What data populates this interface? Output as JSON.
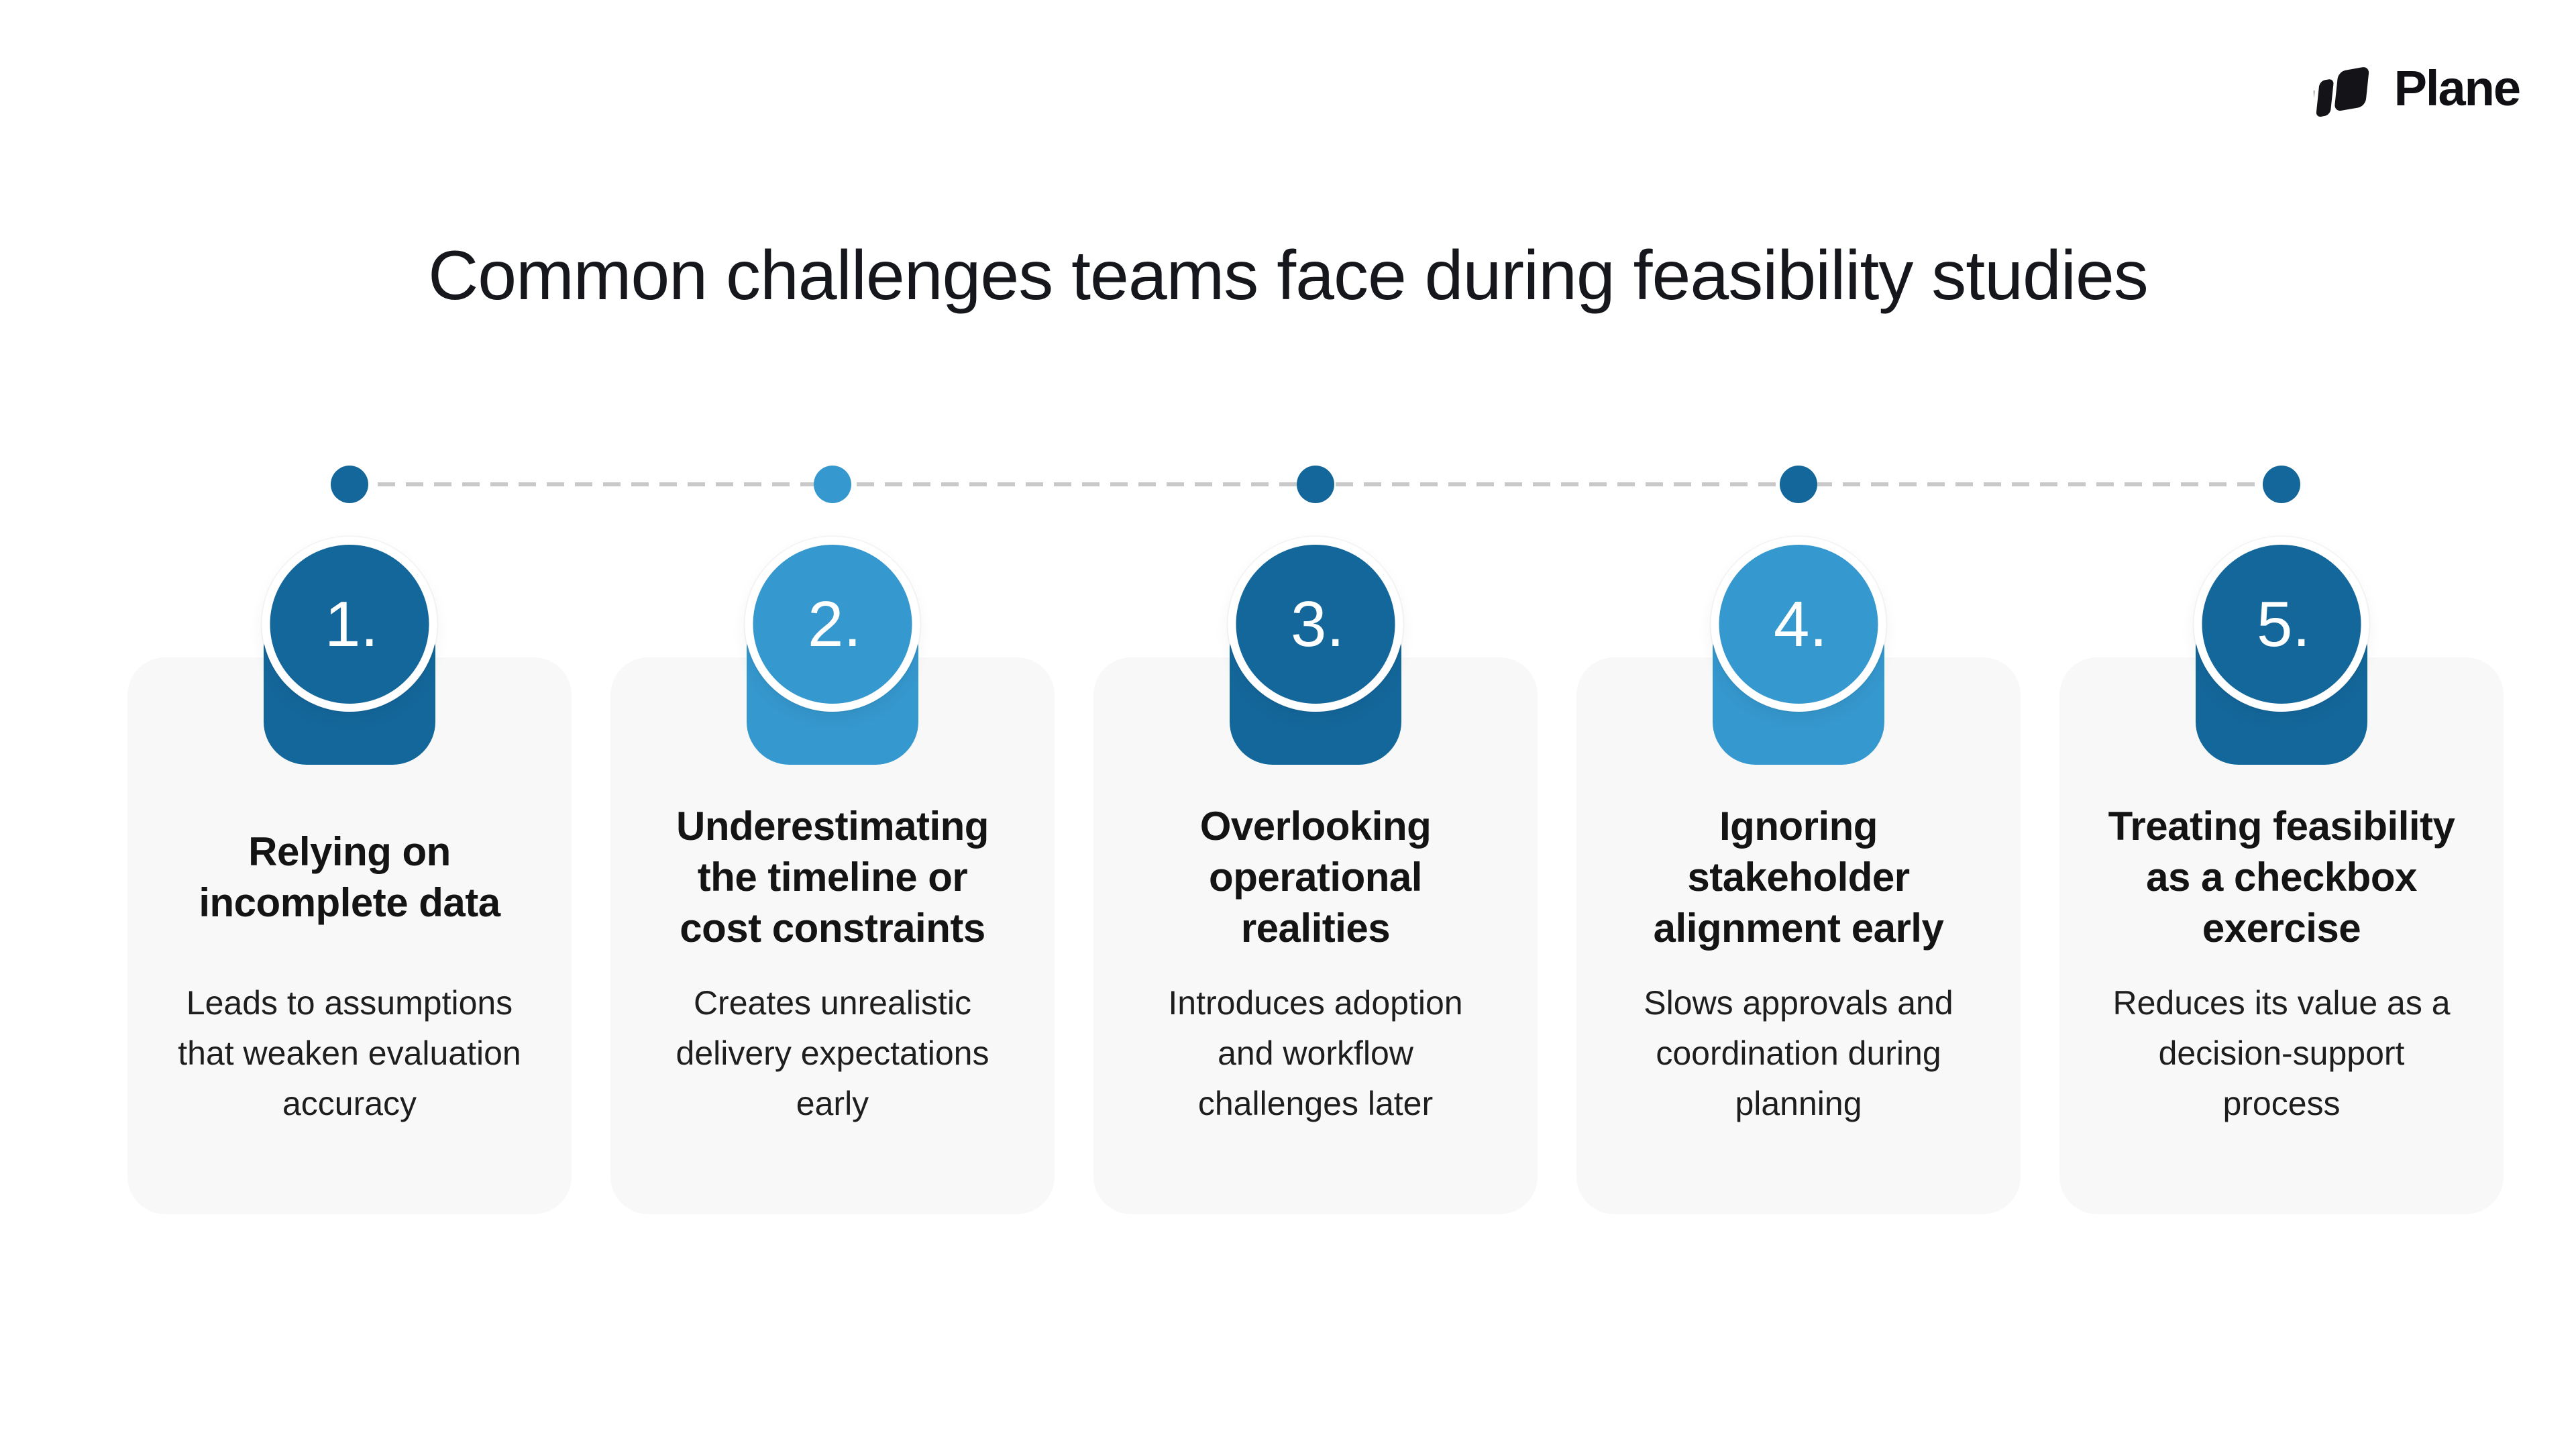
{
  "brand": {
    "name": "Plane"
  },
  "title": "Common challenges teams face during feasibility studies",
  "colors": {
    "dark_blue": "#14679B",
    "light_blue": "#3598CE",
    "card_background": "#F8F8F8",
    "dash_gray": "#C9C9C9",
    "number_text": "#FFFFFF",
    "heading_text": "#15171C",
    "logo_black": "#101014"
  },
  "timeline": {
    "style": "dashed-line-with-dots"
  },
  "items": [
    {
      "number": "1.",
      "tone": "dark",
      "dot_tone": "dark",
      "title": "Relying on\nincomplete data",
      "description": "Leads to assumptions\nthat weaken evaluation\naccuracy"
    },
    {
      "number": "2.",
      "tone": "light",
      "dot_tone": "light",
      "title": "Underestimating\nthe timeline or\ncost constraints",
      "description": "Creates unrealistic\ndelivery expectations\nearly"
    },
    {
      "number": "3.",
      "tone": "dark",
      "dot_tone": "dark",
      "title": "Overlooking\noperational\nrealities",
      "description": "Introduces adoption\nand workflow\nchallenges later"
    },
    {
      "number": "4.",
      "tone": "light",
      "dot_tone": "dark",
      "title": "Ignoring\nstakeholder\nalignment early",
      "description": "Slows approvals and\ncoordination during\nplanning"
    },
    {
      "number": "5.",
      "tone": "dark",
      "dot_tone": "dark",
      "title": "Treating feasibility\nas a checkbox\nexercise",
      "description": "Reduces its value as a\ndecision-support\nprocess"
    }
  ]
}
